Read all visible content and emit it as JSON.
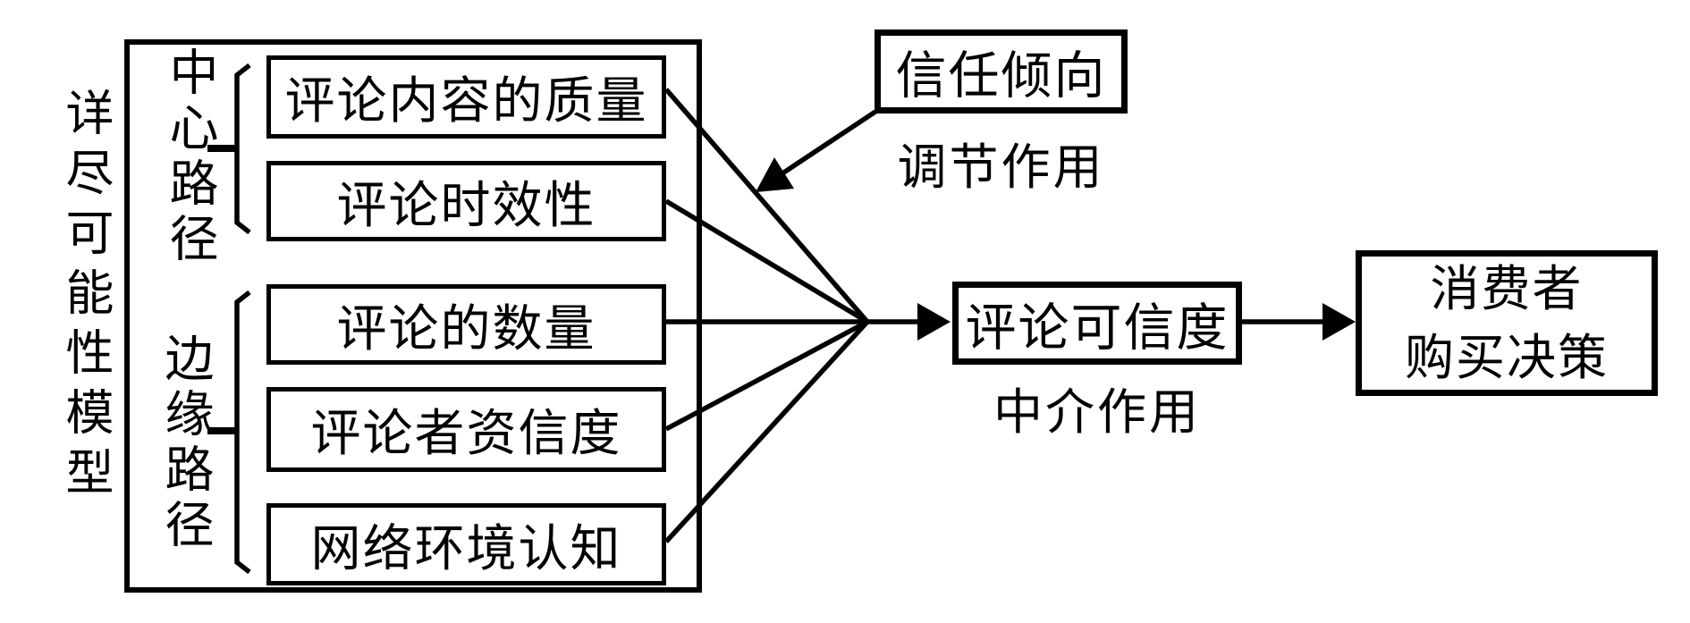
{
  "model_label": "详尽可能性模型",
  "routes": [
    {
      "label": "中心路径",
      "factors": [
        "评论内容的质量",
        "评论时效性"
      ]
    },
    {
      "label": "边缘路径",
      "factors": [
        "评论的数量",
        "评论者资信度",
        "网络环境认知"
      ]
    }
  ],
  "moderator": {
    "label": "信任倾向",
    "role": "调节作用"
  },
  "mediator": {
    "label": "评论可信度",
    "role": "中介作用"
  },
  "outcome": {
    "line1": "消费者",
    "line2": "购买决策"
  },
  "colors": {
    "ink": "#000000",
    "background": "#ffffff"
  }
}
